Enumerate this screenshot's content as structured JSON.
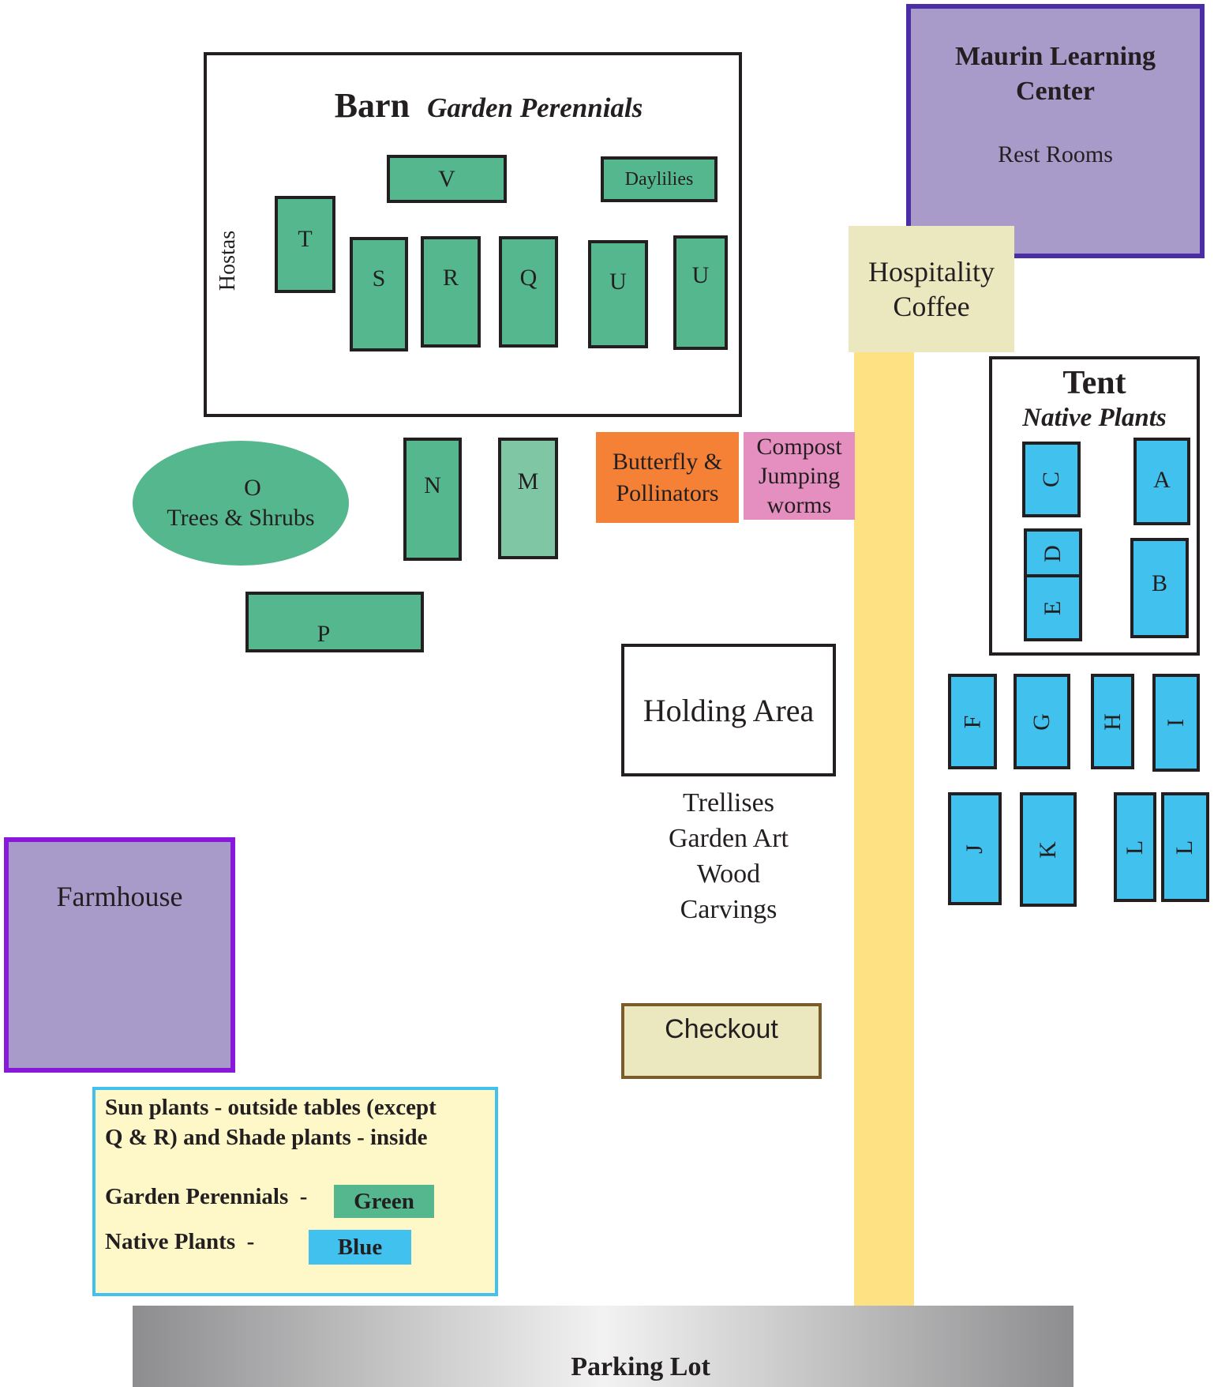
{
  "barn": {
    "title": "Barn",
    "subtitle": "Garden Perennials",
    "side_label": "Hostas",
    "tables": {
      "V": "V",
      "daylilies": "Daylilies",
      "T": "T",
      "S": "S",
      "R": "R",
      "Q": "Q",
      "U1": "U",
      "U2": "U"
    }
  },
  "learning_center": {
    "title_line1": "Maurin Learning",
    "title_line2": "Center",
    "subtitle": "Rest Rooms"
  },
  "hospitality": {
    "line1": "Hospitality",
    "line2": "Coffee"
  },
  "tent": {
    "title": "Tent",
    "subtitle": "Native Plants",
    "tables": {
      "C": "C",
      "A": "A",
      "D": "D",
      "E": "E",
      "B": "B"
    }
  },
  "outside_native": {
    "F": "F",
    "G": "G",
    "H": "H",
    "I": "I",
    "J": "J",
    "K": "K",
    "L1": "L",
    "L2": "L"
  },
  "trees": {
    "letter": "O",
    "label": "Trees & Shrubs"
  },
  "outside_perennial": {
    "N": "N",
    "M": "M",
    "P": "P"
  },
  "butterfly": {
    "line1": "Butterfly &",
    "line2": "Pollinators"
  },
  "compost": {
    "line1": "Compost",
    "line2": "Jumping",
    "line3": "worms"
  },
  "holding": {
    "title": "Holding Area",
    "items": [
      "Trellises",
      "Garden Art",
      "Wood",
      "Carvings"
    ]
  },
  "checkout": {
    "label": "Checkout"
  },
  "farmhouse": {
    "label": "Farmhouse"
  },
  "legend": {
    "note_line1": "Sun plants - outside tables (except",
    "note_line2": "Q & R) and Shade plants - inside",
    "perennials_label": "Garden Perennials  -",
    "perennials_swatch": "Green",
    "native_label": "Native Plants  -",
    "native_swatch": "Blue"
  },
  "parking": {
    "label": "Parking Lot"
  },
  "colors": {
    "perennial_green": "#55b78d",
    "native_blue": "#41c2ee",
    "building_purple": "#a89bca",
    "path_yellow": "#fde183",
    "butterfly_orange": "#f58137",
    "compost_pink": "#e58fc0",
    "legend_bg": "#fef8c9"
  }
}
